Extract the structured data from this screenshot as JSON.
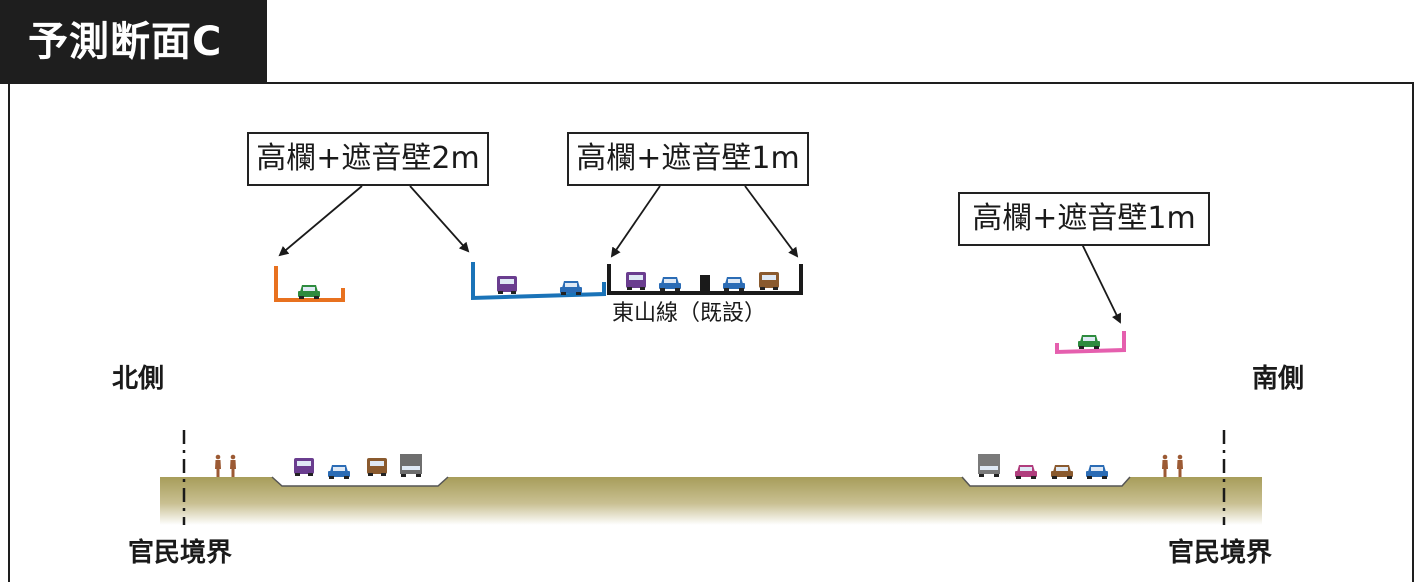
{
  "header": {
    "title": "予測断面C"
  },
  "callouts": {
    "left": "高欄+遮音壁2m",
    "middle": "高欄+遮音壁1m",
    "right": "高欄+遮音壁1m"
  },
  "labels": {
    "north": "北側",
    "south": "南側",
    "boundary_left": "官民境界",
    "boundary_right": "官民境界",
    "existing_line": "東山線（既設）"
  },
  "colors": {
    "orange_structure": "#e8711f",
    "blue_structure": "#1a73b8",
    "black_structure": "#1a1a1a",
    "pink_structure": "#e55fae",
    "ground_top": "#a79d5a",
    "ground_bottom": "#ffffff",
    "car_green": "#2e8b3e",
    "car_blue": "#2b6cb5",
    "car_purple": "#6a3d8f",
    "car_brown": "#8a5a2e",
    "truck_gray": "#6e6e6e",
    "pedestrian": "#9c5a34"
  }
}
